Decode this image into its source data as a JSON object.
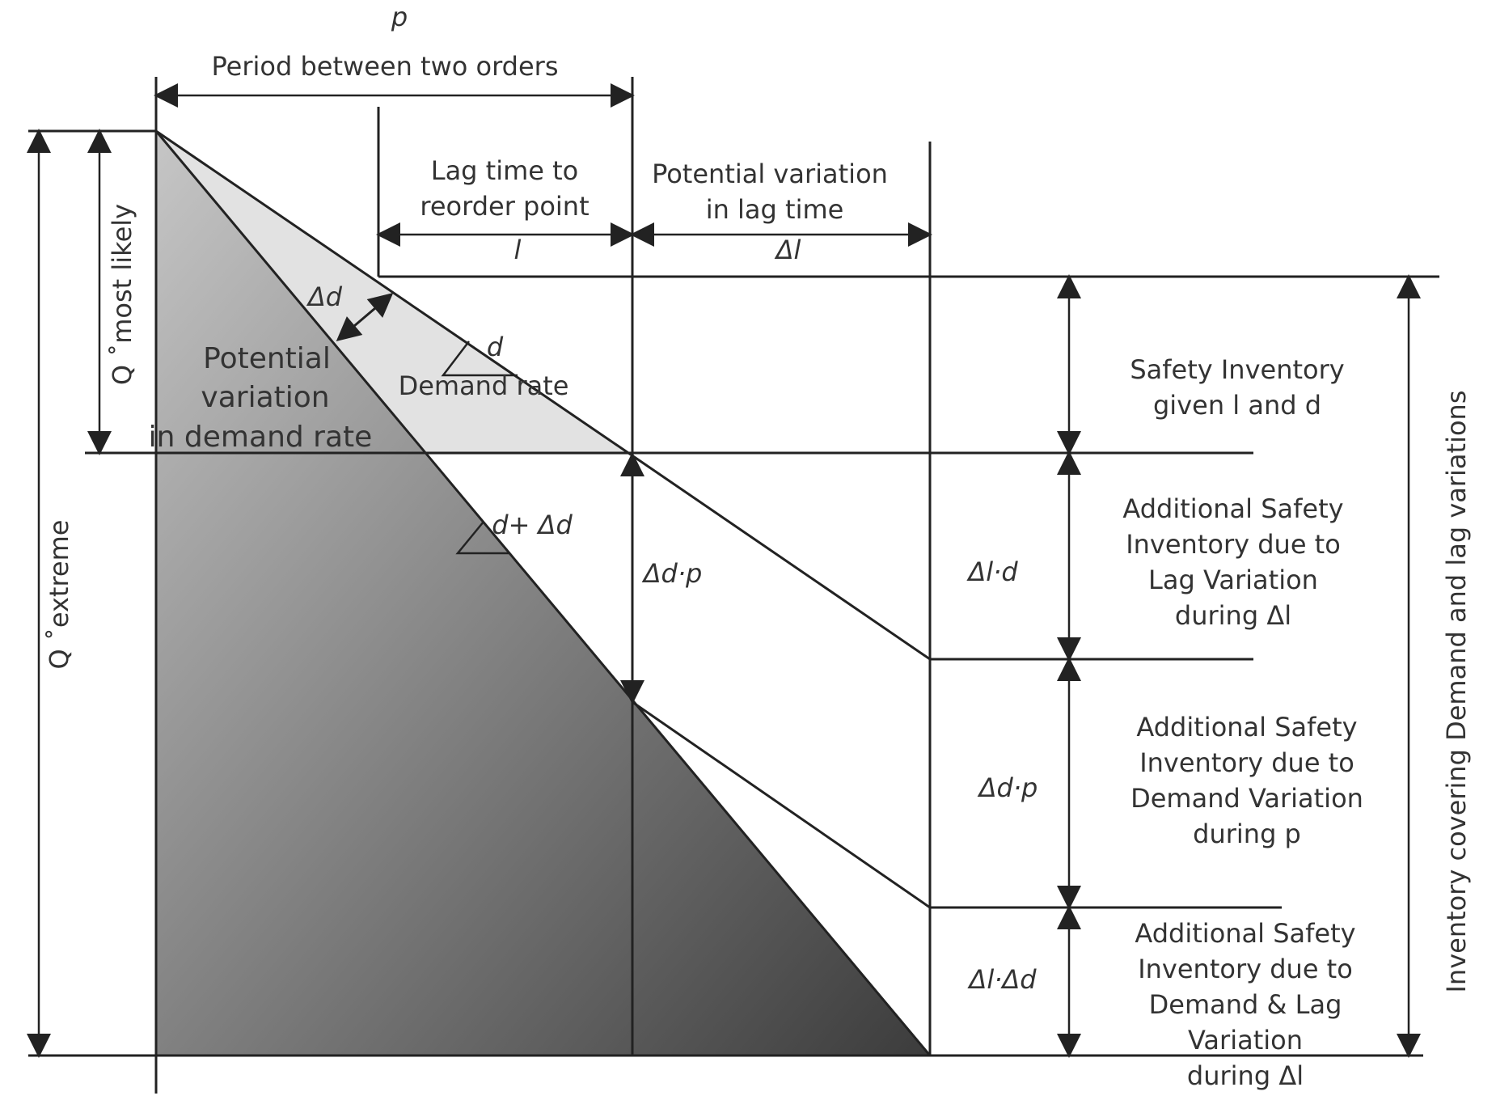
{
  "top": {
    "p_symbol": "p",
    "period_label": "Period between two orders"
  },
  "lag": {
    "line1": "Lag time to",
    "line2": "reorder point",
    "symbol": "l"
  },
  "lag_variation": {
    "line1": "Potential variation",
    "line2": "in lag time",
    "symbol": "Δl"
  },
  "left_axes": {
    "q_most_likely": "Q ˚most likely",
    "q_extreme": "Q ˚extreme"
  },
  "demand": {
    "delta_d": "Δd",
    "d": "d",
    "demand_rate": "Demand rate",
    "variation_line1": "Potential",
    "variation_line2": "variation",
    "variation_line3": "in demand rate",
    "d_plus_delta_d": "d+ Δd"
  },
  "middle": {
    "delta_d_p": "Δd·p"
  },
  "right_segments": {
    "dl_d": "Δl·d",
    "dd_p": "Δd·p",
    "dl_dd": "Δl·Δd"
  },
  "right_text": {
    "safety_line1": "Safety Inventory",
    "safety_line2": "given l and d",
    "lag_line1": "Additional Safety",
    "lag_line2": "Inventory due to",
    "lag_line3": "Lag Variation",
    "lag_line4": "during  Δl",
    "dem_line1": "Additional Safety",
    "dem_line2": "Inventory due to",
    "dem_line3": "Demand Variation",
    "dem_line4": "during p",
    "both_line1": "Additional Safety",
    "both_line2": "Inventory due to",
    "both_line3": "Demand & Lag",
    "both_line4": "Variation",
    "both_line5": "during  Δl"
  },
  "vertical_right": "Inventory covering Demand and lag variations",
  "colors": {
    "light_fill": "#e2e2e2",
    "dark_fill_start": "#c4c4c4",
    "dark_fill_end": "#3e3e3e",
    "line": "#222222"
  }
}
